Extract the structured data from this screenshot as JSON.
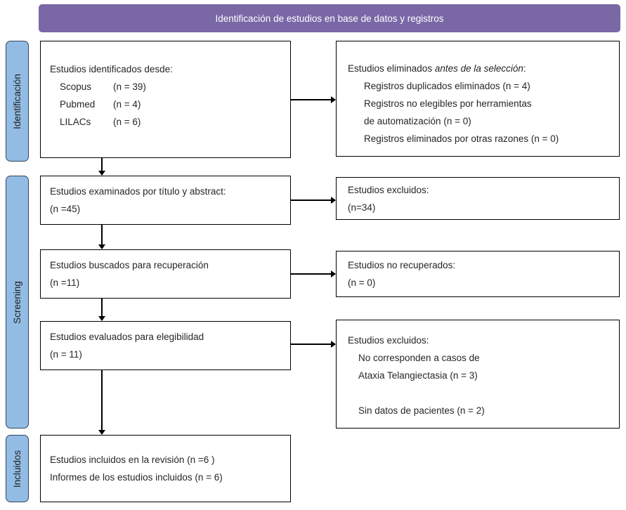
{
  "banner": {
    "label": "Identificación de estudios en base de datos y registros",
    "bg_color": "#7a68a6",
    "text_color": "#ffffff"
  },
  "stages": [
    {
      "label": "Identificación"
    },
    {
      "label": "Screening"
    },
    {
      "label": "Incluidos"
    }
  ],
  "stage_style": {
    "fill_color": "#92bce4",
    "border_color": "#33475b"
  },
  "boxes": {
    "identified": {
      "title": "Estudios identificados desde:",
      "rows": [
        {
          "name": "Scopus",
          "count": "(n = 39)"
        },
        {
          "name": "Pubmed",
          "count": "(n = 4)"
        },
        {
          "name": "LILACs",
          "count": "(n = 6)"
        }
      ]
    },
    "eliminated": {
      "title_normal": "Estudios eliminados ",
      "title_italic": "antes de la selección",
      "title_end": ":",
      "lines": [
        "Registros duplicados eliminados (n = 4)",
        "Registros no elegibles por herramientas",
        "de automatización (n = 0)",
        "Registros eliminados por otras razones (n = 0)"
      ]
    },
    "screened": {
      "line1": "Estudios examinados por título y abstract:",
      "line2": "(n =45)"
    },
    "excluded_screening": {
      "line1": "Estudios excluidos:",
      "line2": "(n=34)"
    },
    "retrieval": {
      "line1": "Estudios buscados para recuperación",
      "line2": "(n =11)"
    },
    "not_retrieved": {
      "line1": "Estudios no recuperados:",
      "line2": "(n = 0)"
    },
    "eligibility": {
      "line1": "Estudios evaluados para elegibilidad",
      "line2": "(n = 11)"
    },
    "excluded_eligibility": {
      "title": "Estudios excluidos:",
      "lines": [
        "No corresponden a casos de",
        "Ataxia Telangiectasia (n = 3)",
        "",
        "Sin datos de pacientes (n = 2)"
      ]
    },
    "included": {
      "line1": "Estudios incluidos en la revisión (n =6 )",
      "line2": "Informes de los estudios incluidos (n = 6)"
    }
  }
}
